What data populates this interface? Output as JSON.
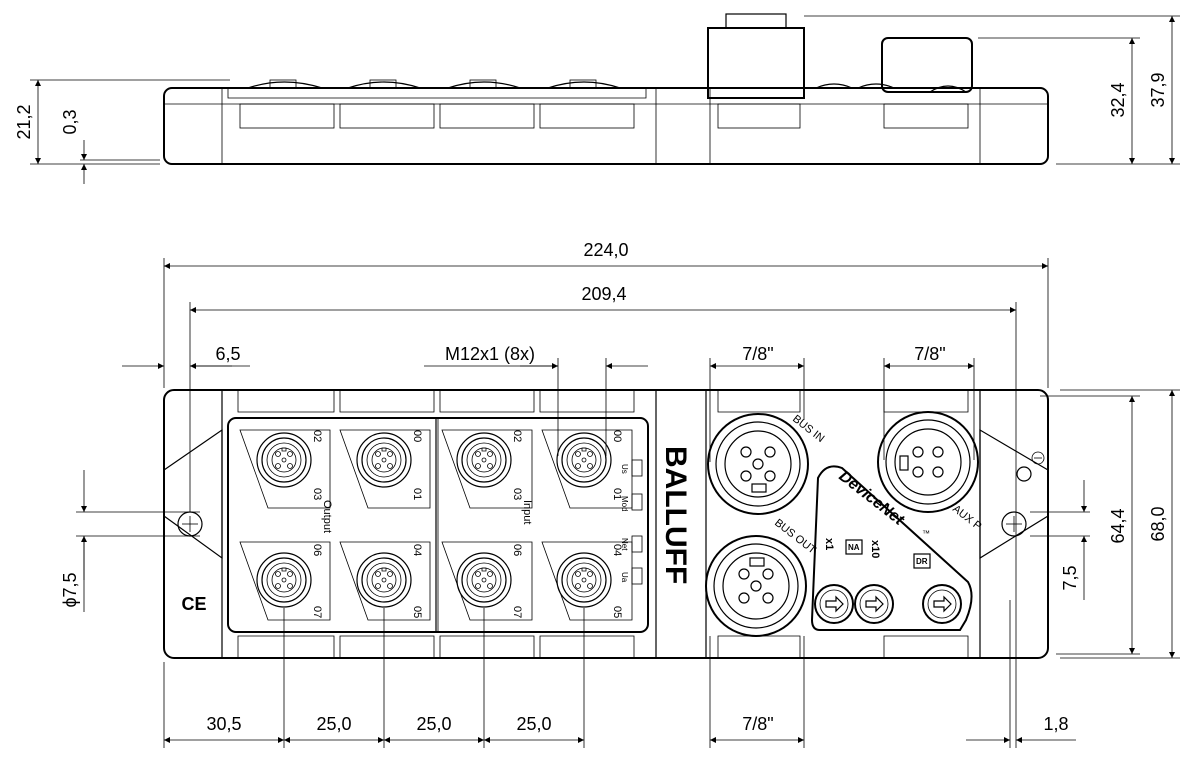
{
  "dimensions": {
    "side_view": {
      "height_left": "21,2",
      "offset_left": "0,3",
      "height_body": "32,4",
      "height_total": "37,9"
    },
    "top_view": {
      "total_length": "224,0",
      "hole_spacing": "209,4",
      "edge_offset": "6,5",
      "connector_spec": "M12x1 (8x)",
      "bus_in_size": "7/8\"",
      "aux_size": "7/8\"",
      "bus_out_size": "7/8\"",
      "hole_dia": "ϕ7,5",
      "hole_offset": "7,5",
      "width_inner": "64,4",
      "width_total": "68,0",
      "pitch_first": "30,5",
      "pitch_1": "25,0",
      "pitch_2": "25,0",
      "pitch_3": "25,0",
      "right_gap": "1,8"
    }
  },
  "labels": {
    "brand": "BALLUFF",
    "protocol": "DeviceNet",
    "trademark": "™",
    "ce_mark": "CE",
    "output_label": "Output",
    "input_label": "Input",
    "bus_in": "BUS IN",
    "bus_out": "BUS OUT",
    "aux_power": "AUX P",
    "led_us": "Us",
    "led_mod": "Mod",
    "led_net": "Net",
    "led_ua": "Ua",
    "na": "NA",
    "x1": "x1",
    "x10": "x10",
    "dr": "DR",
    "port_labels": {
      "p1_top": "02",
      "p1_bottom": "03",
      "p2_top": "00",
      "p2_bottom": "01",
      "p3_top": "02",
      "p3_bottom": "03",
      "p4_top": "00",
      "p4_bottom": "01",
      "p5_top": "06",
      "p5_bottom": "07",
      "p6_top": "04",
      "p6_bottom": "05",
      "p7_top": "06",
      "p7_bottom": "07",
      "p8_top": "04",
      "p8_bottom": "05"
    }
  }
}
